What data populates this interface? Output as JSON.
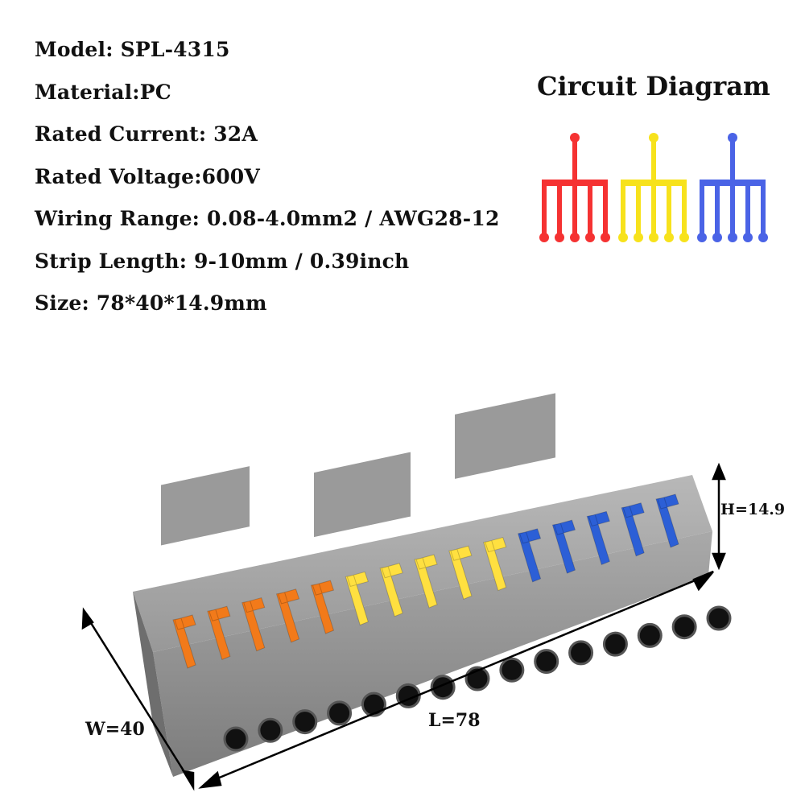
{
  "specs": {
    "model": "Model:  SPL-4315",
    "material": "Material:PC",
    "current": "Rated Current: 32A",
    "voltage": "Rated Voltage:600V",
    "wiring": "Wiring Range: 0.08-4.0mm2 / AWG28-12",
    "strip": "Strip Length: 9-10mm / 0.39inch",
    "size": "Size: 78*40*14.9mm"
  },
  "circuit": {
    "title": "Circuit Diagram",
    "groups": [
      {
        "color": "#f53232",
        "outputs": 5
      },
      {
        "color": "#f7e21c",
        "outputs": 5
      },
      {
        "color": "#4a63e6",
        "outputs": 5
      }
    ]
  },
  "dimensions": {
    "height": "H=14.9",
    "length": "L=78",
    "width": "W=40"
  },
  "connector": {
    "lever_colors": [
      "#f27a1a",
      "#ffe040",
      "#2c5fd6"
    ],
    "body_color": "#8e8e8e",
    "lever_counts": [
      5,
      5,
      5
    ]
  }
}
